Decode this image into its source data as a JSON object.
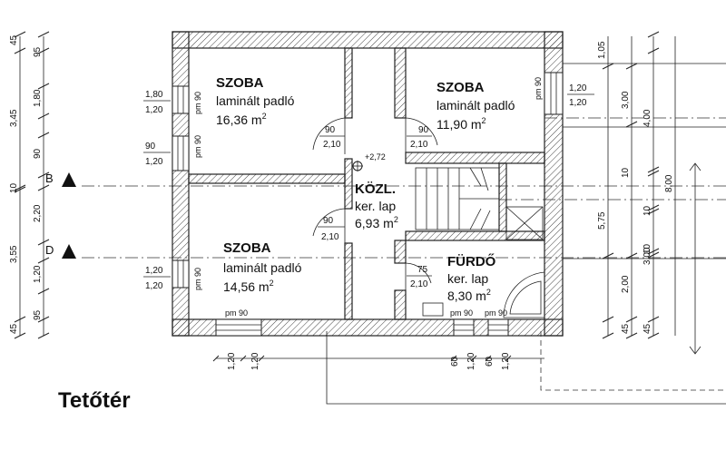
{
  "title": "Tetőtér",
  "rooms": [
    {
      "name": "SZOBA",
      "floor": "laminált padló",
      "area": "16,36 m",
      "sup": "2"
    },
    {
      "name": "SZOBA",
      "floor": "laminált padló",
      "area": "11,90 m",
      "sup": "2"
    },
    {
      "name": "KÖZL.",
      "floor": "ker. lap",
      "area": "6,93 m",
      "sup": "2"
    },
    {
      "name": "SZOBA",
      "floor": "laminált padló",
      "area": "14,56 m",
      "sup": "2"
    },
    {
      "name": "FÜRDŐ",
      "floor": "ker. lap",
      "area": "8,30 m",
      "sup": "2"
    }
  ],
  "axes": {
    "b": "B",
    "d": "D"
  },
  "level": "+2,72",
  "left_dims": [
    "45",
    "95",
    "3,45",
    "1,80",
    "90",
    "10",
    "2,20",
    "3,55",
    "1,20",
    "95",
    "45"
  ],
  "right_dims": [
    "1,05",
    "3,00",
    "4,00",
    "10",
    "8,00",
    "5,75",
    "10",
    "3,00",
    "2,00",
    "10",
    "45",
    "45"
  ],
  "window_labels": {
    "w1_top": "1,80",
    "w1_bot": "1,20",
    "w1_pm": "pm 90",
    "w2_top": "90",
    "w2_bot": "1,20",
    "w2_pm": "pm 90",
    "w3_top": "1,20",
    "w3_bot": "1,20",
    "w3_pm": "pm 90",
    "w4_top": "1,20",
    "w4_bot": "1,20",
    "w4_pm": "pm 90",
    "bottom_pm1": "pm 90",
    "bottom_pm2": "pm 90",
    "bottom_pm3": "pm 90"
  },
  "door_labels": [
    {
      "top": "90",
      "bot": "2,10"
    },
    {
      "top": "90",
      "bot": "2,10"
    },
    {
      "top": "90",
      "bot": "2,10"
    },
    {
      "top": "75",
      "bot": "2,10"
    }
  ],
  "bottom_dims": [
    "1,20",
    "1,20",
    "60",
    "1,20",
    "60",
    "1,20"
  ]
}
